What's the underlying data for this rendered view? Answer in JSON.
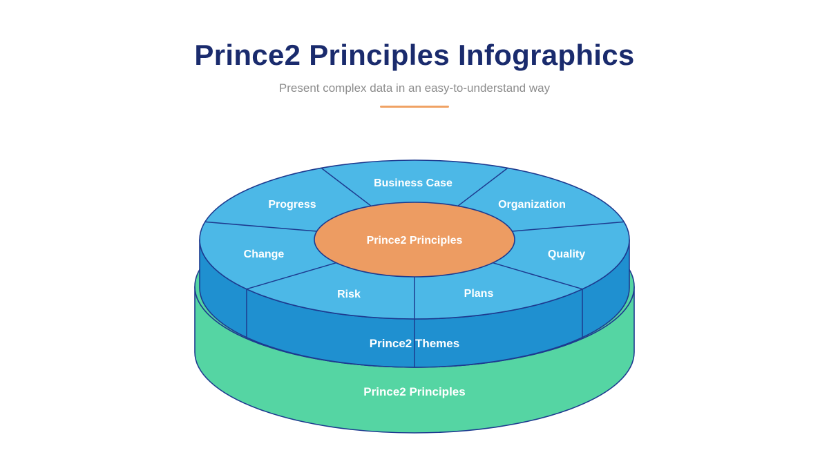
{
  "header": {
    "title": "Prince2 Principles Infographics",
    "subtitle": "Present complex data in an easy-to-understand way"
  },
  "chart_data": {
    "type": "donut-3d",
    "title": "Prince2 Principles Infographics",
    "center_label": "Prince2 Principles",
    "segments": [
      {
        "label": "Business Case"
      },
      {
        "label": "Organization"
      },
      {
        "label": "Quality"
      },
      {
        "label": "Plans"
      },
      {
        "label": "Risk"
      },
      {
        "label": "Change"
      },
      {
        "label": "Progress"
      }
    ],
    "rings": [
      {
        "label": "Prince2 Themes"
      },
      {
        "label": "Prince2 Principles"
      }
    ],
    "colors": {
      "top_face": "#4cb8e7",
      "side_band": "#1f90d0",
      "base": "#55d5a3",
      "center": "#ed9c62",
      "outline": "#1d3a8f",
      "label_text": "#ffffff",
      "title_color": "#1a2b6d",
      "subtitle_color": "#8c8c8c",
      "divider_color": "#f0a264",
      "background": "#ffffff"
    }
  }
}
